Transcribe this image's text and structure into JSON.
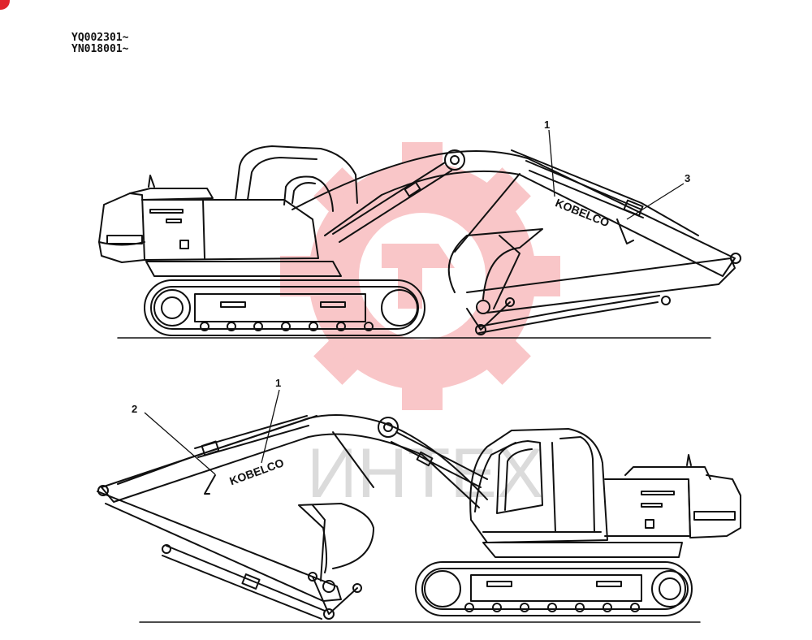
{
  "serials": [
    "YQ002301~",
    "YN018001~"
  ],
  "top_view": {
    "callouts": [
      {
        "label": "1"
      },
      {
        "label": "3"
      }
    ],
    "decal_text": "KOBELCO"
  },
  "bottom_view": {
    "callouts": [
      {
        "label": "2"
      },
      {
        "label": "1"
      }
    ],
    "decal_text": "KOBELCO"
  },
  "watermark": {
    "text": "ИНТЕХ",
    "color": "#e8323a"
  },
  "colors": {
    "line": "#111111",
    "corner_mark": "#e0242c"
  }
}
